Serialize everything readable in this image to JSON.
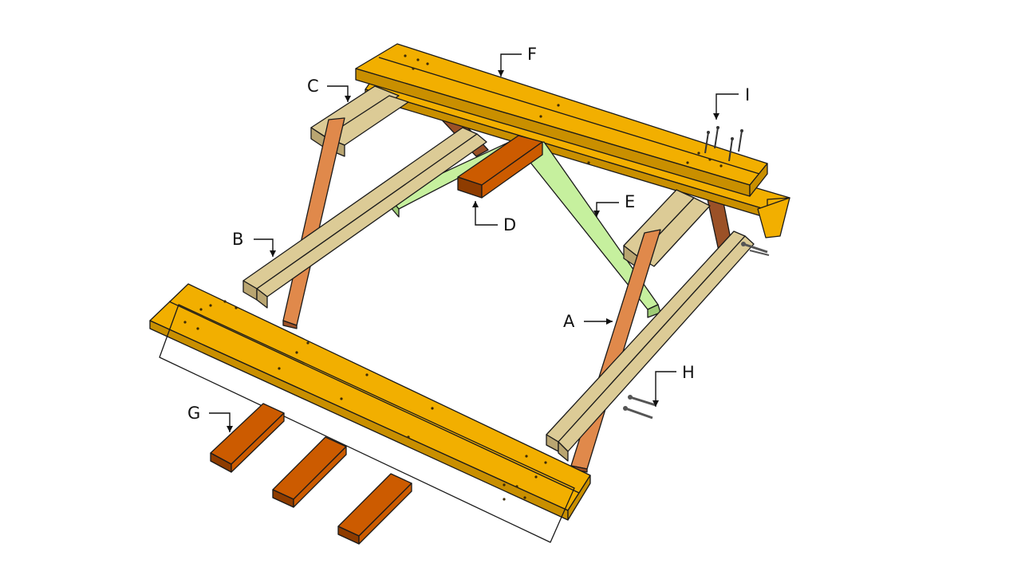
{
  "diagram": {
    "labels": {
      "A": "A",
      "B": "B",
      "C": "C",
      "D": "D",
      "E": "E",
      "F": "F",
      "G": "G",
      "H": "H",
      "I": "I"
    },
    "colors": {
      "seat_board": "#F2AF00",
      "seat_board_side": "#C98F00",
      "support_light": "#DCCB96",
      "support_light_side": "#B9A571",
      "leg": "#E0894B",
      "leg_dark": "#9B5127",
      "brace": "#C6F09E",
      "brace_side": "#9FCC76",
      "block": "#CC5B00",
      "block_side": "#8E3C00",
      "bolt": "#555555"
    }
  }
}
